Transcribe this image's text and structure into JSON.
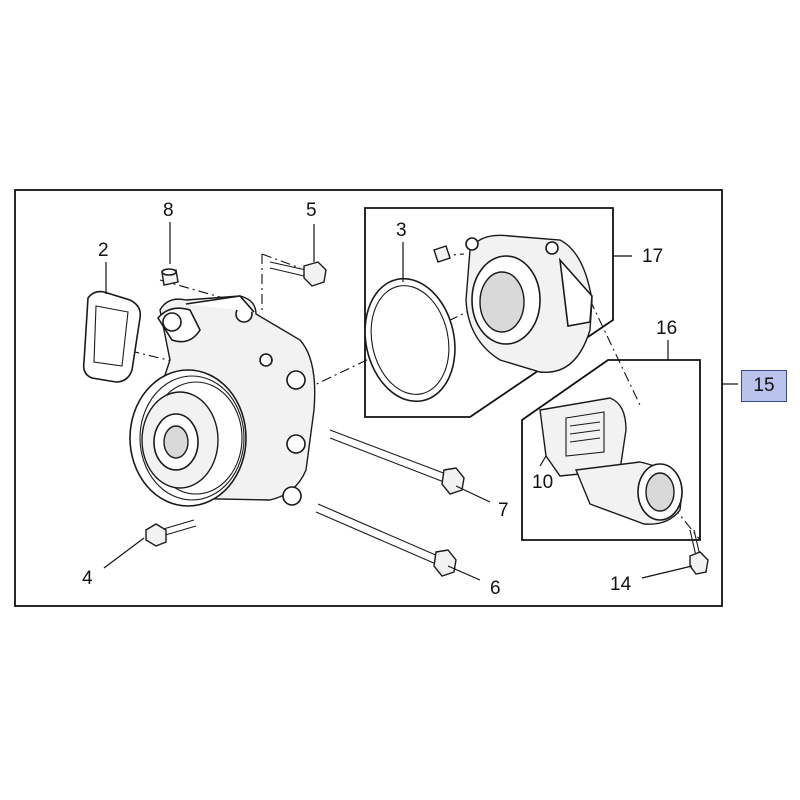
{
  "callouts": {
    "n2": "2",
    "n3": "3",
    "n4": "4",
    "n5": "5",
    "n6": "6",
    "n7": "7",
    "n8": "8",
    "n10": "10",
    "n14": "14",
    "n15": "15",
    "n16": "16",
    "n17": "17"
  },
  "colors": {
    "highlight_fill": "#b9c3ec",
    "highlight_border": "#3a4a8c",
    "line": "#111111"
  }
}
